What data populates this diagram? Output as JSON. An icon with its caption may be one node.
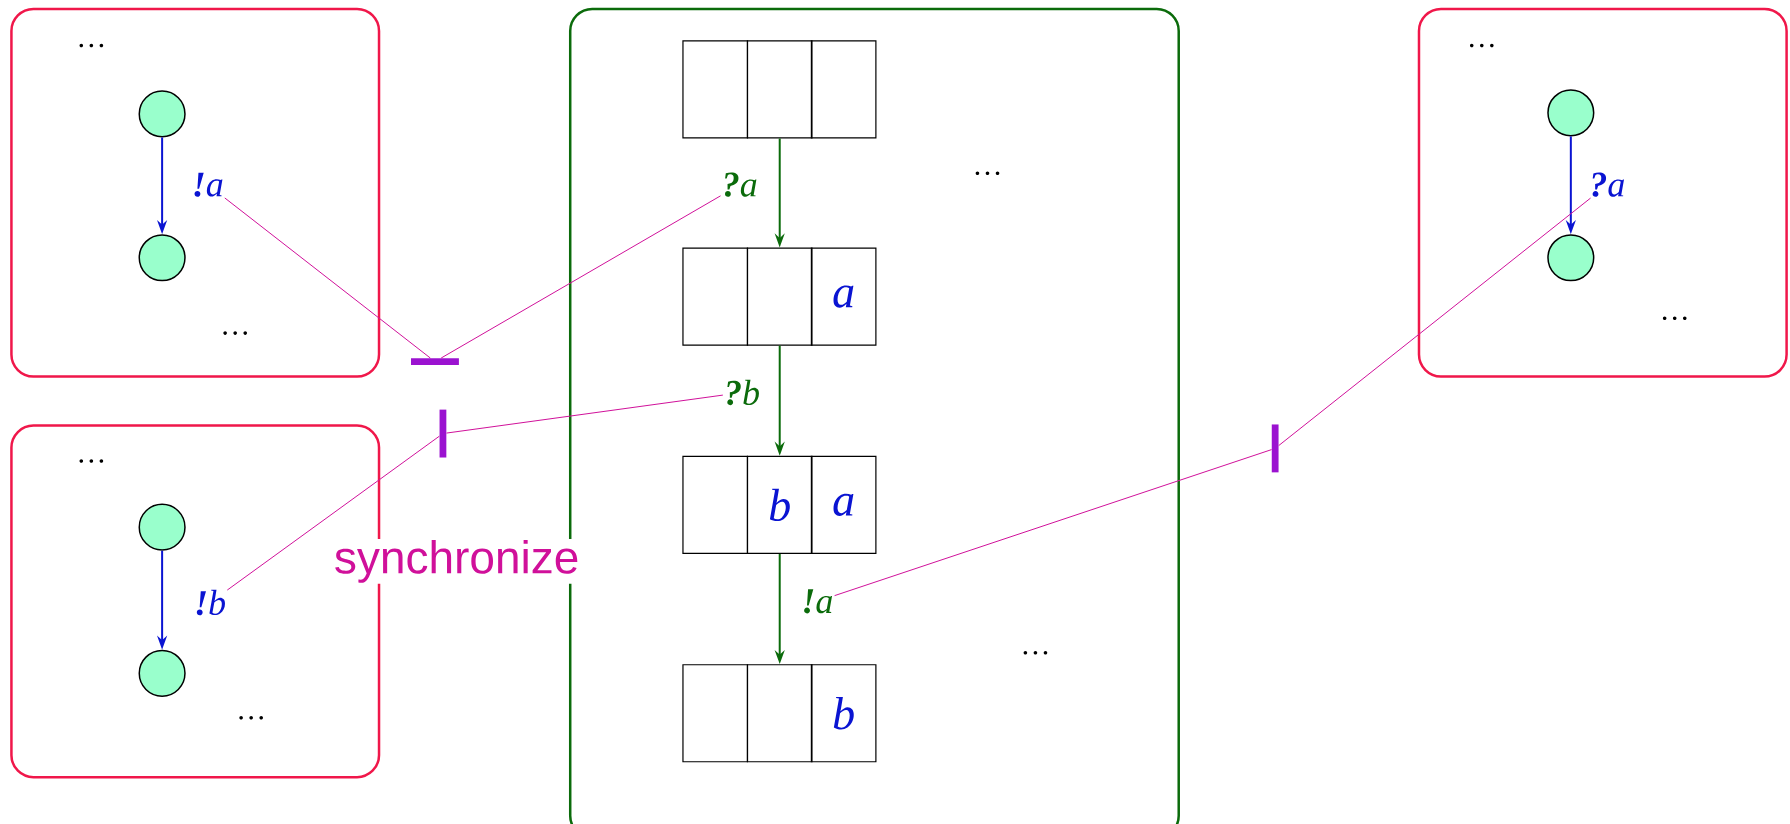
{
  "diagram": {
    "nodes": [
      {
        "text": [],
        "shape": "box"
      },
      {
        "text": [],
        "shape": "circle",
        "in": 0
      },
      {
        "text": [],
        "shape": "circle",
        "in": 0
      },
      {
        "text": [
          "**!**a"
        ],
        "in": 0
      },
      {
        "text": [],
        "shape": "box"
      },
      {
        "text": [],
        "shape": "circle",
        "in": 4
      },
      {
        "text": [],
        "shape": "circle",
        "in": 4
      },
      {
        "text": [
          "**!**b"
        ],
        "in": 4
      },
      {
        "text": [],
        "shape": "box"
      },
      {
        "text": [],
        "shape": "box",
        "in": 8
      },
      {
        "text": [],
        "shape": "box",
        "in": 8
      },
      {
        "text": [],
        "shape": "box",
        "in": 8
      },
      {
        "text": [],
        "shape": "box",
        "in": 8
      },
      {
        "text": [],
        "shape": "box",
        "in": 8
      },
      {
        "text": [
          "*a*"
        ],
        "in": 8
      },
      {
        "text": [],
        "shape": "box",
        "in": 8
      },
      {
        "text": [
          "*b*"
        ],
        "in": 8
      },
      {
        "text": [
          "*a*"
        ],
        "in": 8
      },
      {
        "text": [],
        "shape": "box",
        "in": 8
      },
      {
        "text": [],
        "shape": "box",
        "in": 8
      },
      {
        "text": [
          "*b*"
        ],
        "in": 8
      },
      {
        "text": [
          "**?**a"
        ],
        "in": 8
      },
      {
        "text": [
          "**?**b"
        ],
        "in": 8
      },
      {
        "text": [
          "**!**a"
        ],
        "in": 8
      },
      {
        "text": [],
        "shape": "box"
      },
      {
        "text": [],
        "shape": "circle",
        "in": 24
      },
      {
        "text": [],
        "shape": "circle",
        "in": 24
      },
      {
        "text": [
          "**?**a"
        ],
        "in": 24
      },
      {
        "text": [],
        "shape": "bar"
      },
      {
        "text": [],
        "shape": "bar"
      },
      {
        "text": [],
        "shape": "bar"
      }
    ],
    "edges": [
      {
        "from": 1,
        "to": 2,
        "arrow": "to",
        "color": "#0a14d2"
      },
      {
        "from": 5,
        "to": 6,
        "arrow": "to",
        "color": "#0a14d2"
      },
      {
        "from": 10,
        "to": 13,
        "arrow": "to",
        "color": "#0b6b0b"
      },
      {
        "from": 13,
        "to": 16,
        "arrow": "to",
        "color": "#0b6b0b"
      },
      {
        "from": 16,
        "to": 19,
        "arrow": "to",
        "color": "#0b6b0b"
      },
      {
        "from": 25,
        "to": 26,
        "arrow": "to",
        "color": "#0a14d2"
      },
      {
        "from": 3,
        "to": 28,
        "arrow": "none"
      },
      {
        "from": 28,
        "to": 21,
        "arrow": "none"
      },
      {
        "from": 7,
        "to": 29,
        "arrow": "none"
      },
      {
        "from": 29,
        "to": 22,
        "arrow": "none"
      },
      {
        "from": 23,
        "to": 30,
        "arrow": "none"
      },
      {
        "from": 30,
        "to": 27,
        "arrow": "none"
      }
    ],
    "labels": [
      "…",
      "…",
      "…",
      "…",
      "…",
      "…",
      "…",
      "…",
      "synchronize"
    ]
  }
}
